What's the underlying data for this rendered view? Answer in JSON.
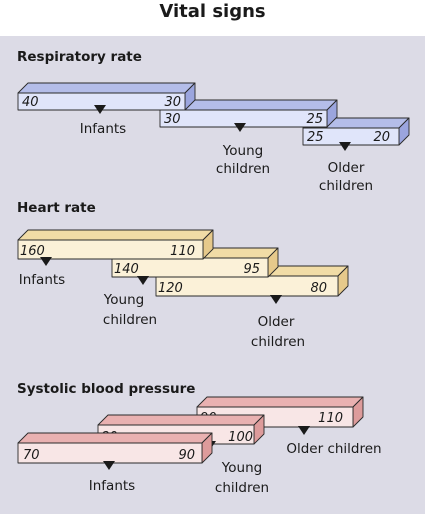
{
  "title": "Vital signs",
  "colors": {
    "panel_bg": "#dcdbe6",
    "respiratory": {
      "front": "#e0e5fa",
      "top": "#b4bde9",
      "side": "#9ba5de"
    },
    "heart": {
      "front": "#fbf1d8",
      "top": "#f1dca6",
      "side": "#e6c98b"
    },
    "blood_pressure": {
      "front": "#f8e6e6",
      "top": "#e9b1b1",
      "side": "#dd9b9b"
    }
  },
  "sections": [
    {
      "id": "respiratory",
      "title": "Respiratory rate",
      "bars": [
        {
          "group": "Infants",
          "high": "40",
          "low": "30"
        },
        {
          "group": "Young children",
          "high": "30",
          "low": "25"
        },
        {
          "group": "Older children",
          "high": "25",
          "low": "20"
        }
      ]
    },
    {
      "id": "heart",
      "title": "Heart rate",
      "bars": [
        {
          "group": "Infants",
          "high": "160",
          "low": "110"
        },
        {
          "group": "Young children",
          "high": "140",
          "low": "95"
        },
        {
          "group": "Older children",
          "high": "120",
          "low": "80"
        }
      ]
    },
    {
      "id": "blood_pressure",
      "title": "Systolic blood pressure",
      "bars": [
        {
          "group": "Infants",
          "low": "70",
          "high": "90"
        },
        {
          "group": "Young children",
          "low": "80",
          "high": "100"
        },
        {
          "group": "Older children",
          "low": "90",
          "high": "110"
        }
      ]
    }
  ]
}
